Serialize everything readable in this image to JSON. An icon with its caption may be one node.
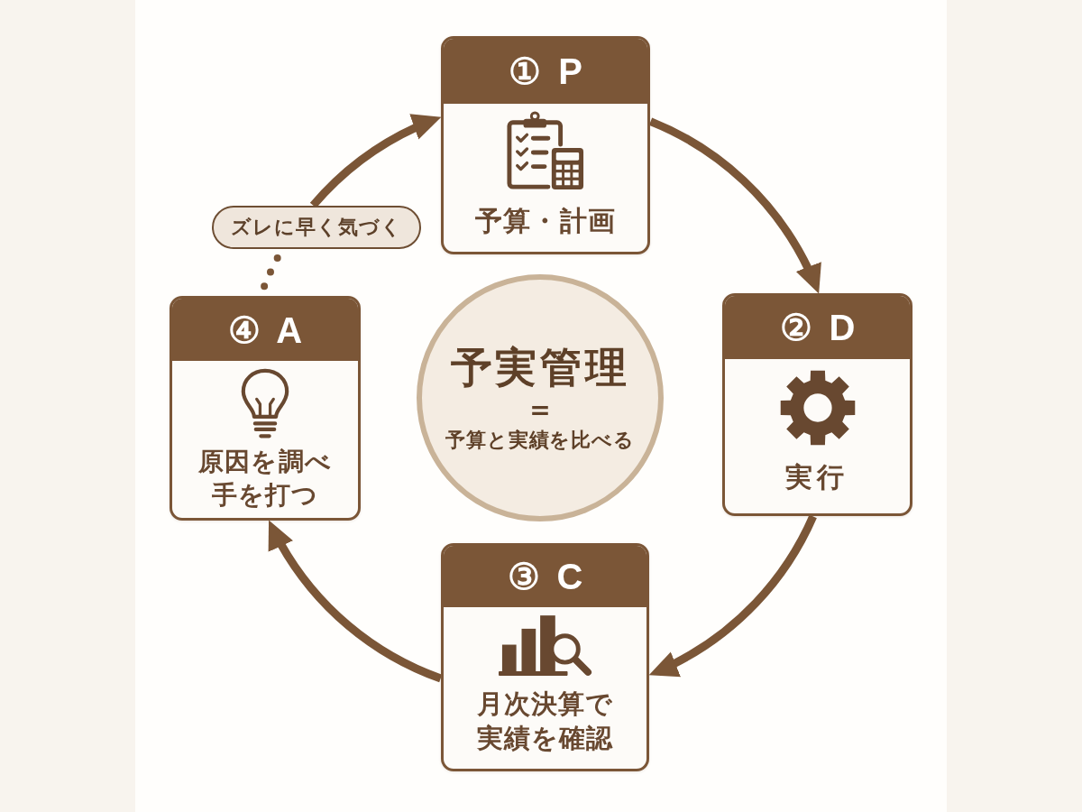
{
  "diagram": {
    "nodes": [
      {
        "text": [
          "① P",
          "予算・計画"
        ]
      },
      {
        "text": [
          "② D",
          "実行"
        ]
      },
      {
        "text": [
          "③ C",
          "月次決算で実績を確認"
        ]
      },
      {
        "text": [
          "④ A",
          "原因を調べ手を打つ"
        ]
      },
      {
        "text": [
          "予実管理",
          "=",
          "予算と実績を比べる"
        ]
      },
      {
        "text": [
          "ズレに早く気づく"
        ]
      }
    ],
    "edges": [
      {
        "from": 0,
        "to": 1,
        "arrow": "to"
      },
      {
        "from": 1,
        "to": 2,
        "arrow": "to"
      },
      {
        "from": 2,
        "to": 3,
        "arrow": "to"
      },
      {
        "from": 5,
        "to": 0,
        "arrow": "to"
      },
      {
        "from": 3,
        "to": 5,
        "arrow": "none",
        "style": "dashed"
      }
    ]
  }
}
